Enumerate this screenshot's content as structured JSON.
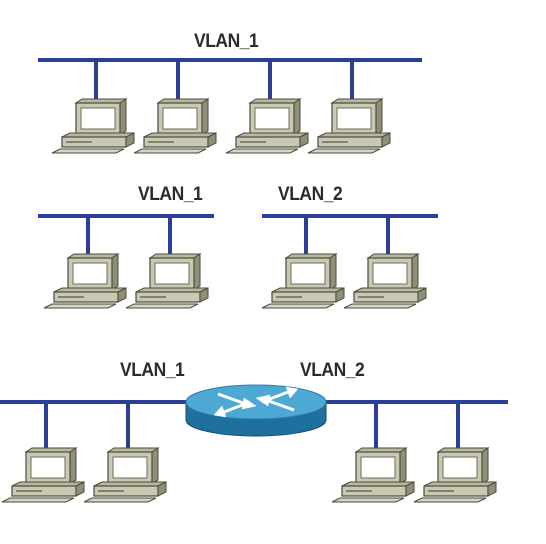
{
  "labels": {
    "top_vlan": "VLAN_1",
    "mid_vlan_left": "VLAN_1",
    "mid_vlan_right": "VLAN_2",
    "bottom_vlan_left": "VLAN_1",
    "bottom_vlan_right": "VLAN_2"
  },
  "colors": {
    "link": "#2a3f95",
    "pc_body": "#c9c9b3",
    "pc_shade": "#8f8f78",
    "pc_outline": "#4b4b3d",
    "screen": "#ffffff",
    "router_top": "#4ea8d4",
    "router_side": "#1f6f9f"
  },
  "icons": {
    "pc": "desktop-computer-icon",
    "router": "router-icon"
  }
}
